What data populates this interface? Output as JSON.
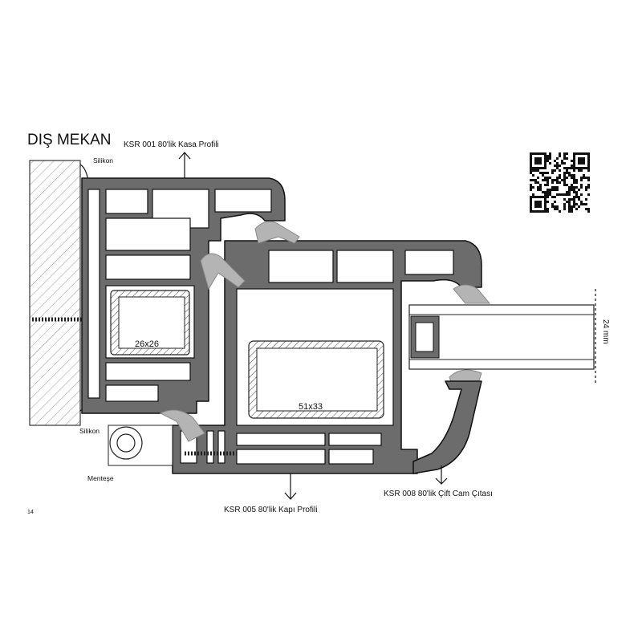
{
  "title": "DIŞ MEKAN",
  "labels": {
    "frame_profile": "KSR 001 80'lik Kasa Profili",
    "door_profile": "KSR 005 80'lik Kapı Profili",
    "glazing_bead": "KSR 008 80'lik Çift Cam Çıtası",
    "silicone_top": "Silikon",
    "silicone_bottom": "Silikon",
    "hinge": "Menteşe",
    "steel_small": "26x26",
    "steel_large": "51x33",
    "glass_thickness": "24 mm",
    "page_number": "14"
  },
  "colors": {
    "profile": "#6c6c6c",
    "gasket": "#b4b4b4"
  }
}
